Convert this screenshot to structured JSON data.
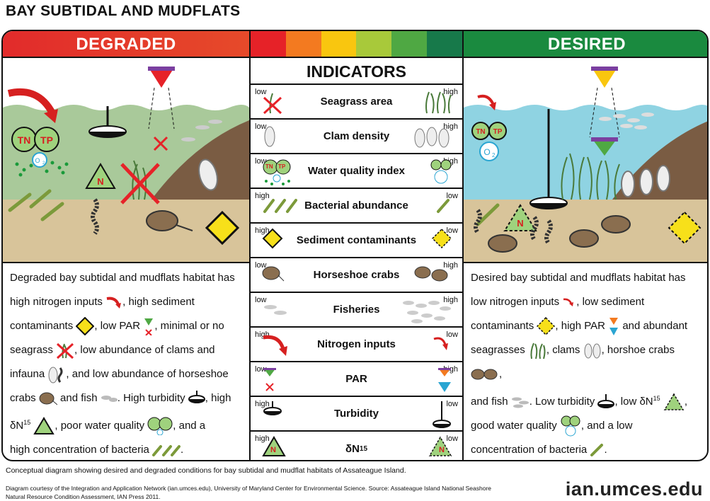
{
  "title": "BAY SUBTIDAL AND MUDFLATS",
  "degraded": {
    "header": "DEGRADED",
    "scene": {
      "tn": "TN",
      "tp": "TP",
      "o2": "O",
      "o2_sub": "2",
      "n": "N"
    },
    "text": {
      "p1": "Degraded bay subtidal and mudflats habitat has",
      "p2": "high nitrogen inputs",
      "p3": ", high sediment",
      "p4": "contaminants",
      "p5": ",  low PAR",
      "p6": ", minimal or no",
      "p7": "seagrass",
      "p8": ", low abundance of clams and",
      "p9": "infauna",
      "p10": ", and low abundance of horseshoe",
      "p11": "crabs",
      "p12": "and fish",
      "p13": ". High turbidity",
      "p14": ", high",
      "p15": "δN",
      "p15sup": "15",
      "p16": ", poor water quality",
      "p17": ", and a",
      "p18": "high concentration of bacteria",
      "p19": "."
    }
  },
  "desired": {
    "header": "DESIRED",
    "scene": {
      "tn": "TN",
      "tp": "TP",
      "o2": "O",
      "o2_sub": "2",
      "n": "N"
    },
    "text": {
      "p1": "Desired bay subtidal and mudflats habitat has",
      "p2": "low nitrogen inputs",
      "p3": ", low sediment",
      "p4": "contaminants",
      "p5": ", high PAR",
      "p6": "and abundant",
      "p7": "seagrasses",
      "p8": ", clams",
      "p9": ", horshoe crabs",
      "p10": ",",
      "p11": "and fish",
      "p12": ". Low turbidity",
      "p13": ", low δN",
      "p13sup": "15",
      "p14": ",",
      "p15": "good water quality",
      "p16": ", and a low",
      "p17": "concentration of bacteria",
      "p18": "."
    }
  },
  "indicators": {
    "title": "INDICATORS",
    "gradient_colors": [
      "#e62228",
      "#f37a20",
      "#f9c60f",
      "#a8c93a",
      "#4fa843",
      "#17794a"
    ],
    "rows": [
      {
        "label": "Seagrass area",
        "left": "low",
        "right": "high"
      },
      {
        "label": "Clam density",
        "left": "low",
        "right": "high"
      },
      {
        "label": "Water quality index",
        "left": "low",
        "right": "high",
        "tn": "TN",
        "tp": "TP"
      },
      {
        "label": "Bacterial abundance",
        "left": "high",
        "right": "low"
      },
      {
        "label": "Sediment contaminants",
        "left": "high",
        "right": "low"
      },
      {
        "label": "Horseshoe crabs",
        "left": "low",
        "right": "high"
      },
      {
        "label": "Fisheries",
        "left": "low",
        "right": "high"
      },
      {
        "label": "Nitrogen inputs",
        "left": "high",
        "right": "low"
      },
      {
        "label": "PAR",
        "left": "low",
        "right": "high"
      },
      {
        "label": "Turbidity",
        "left": "high",
        "right": "low"
      },
      {
        "label": "δN",
        "label_sup": "15",
        "left": "high",
        "right": "low",
        "n": "N"
      }
    ]
  },
  "caption": "Conceptual diagram showing desired and degraded conditions for bay subtidal and mudflat habitats of Assateague Island.",
  "credit_line1": "Diagram courtesy of the Integration and Application Network (ian.umces.edu), University of Maryland Center for Environmental Science. Source: Assateague Island National Seashore",
  "credit_line2": "Natural Resource Condition Assessment, IAN Press 2011.",
  "logo": "ian.umces.edu",
  "colors": {
    "degraded_red": "#e22b2b",
    "desired_green": "#1a8a3f",
    "water_degraded": "#a9c99a",
    "water_desired": "#8fd3e2",
    "sediment": "#d8c49a",
    "shore": "#7a5c43"
  }
}
